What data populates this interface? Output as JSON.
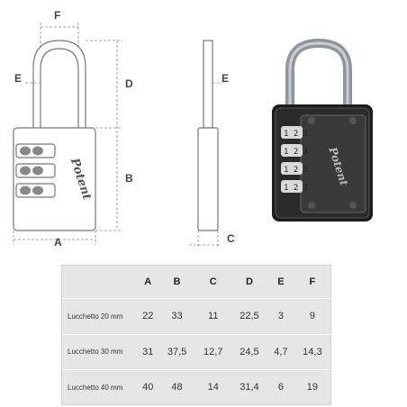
{
  "diagram": {
    "labels": {
      "F": "F",
      "E1": "E",
      "D": "D",
      "B": "B",
      "A": "A",
      "E2": "E",
      "C": "C"
    },
    "brand": "Potent"
  },
  "table": {
    "headers": [
      "",
      "A",
      "B",
      "C",
      "D",
      "E",
      "F"
    ],
    "rows": [
      {
        "label": "Lucchetto 20 mm",
        "values": [
          "22",
          "33",
          "11",
          "22,5",
          "3",
          "9"
        ]
      },
      {
        "label": "Lucchetto 30 mm",
        "values": [
          "31",
          "37,5",
          "12,7",
          "24,5",
          "4,7",
          "14,3"
        ]
      },
      {
        "label": "Lucchetto 40 mm",
        "values": [
          "40",
          "48",
          "14",
          "31,4",
          "6",
          "19"
        ]
      }
    ]
  },
  "colors": {
    "table_bg": "#e6e6e6",
    "lock_body": "#1a1a1a",
    "shackle": "#9aa0a6"
  }
}
